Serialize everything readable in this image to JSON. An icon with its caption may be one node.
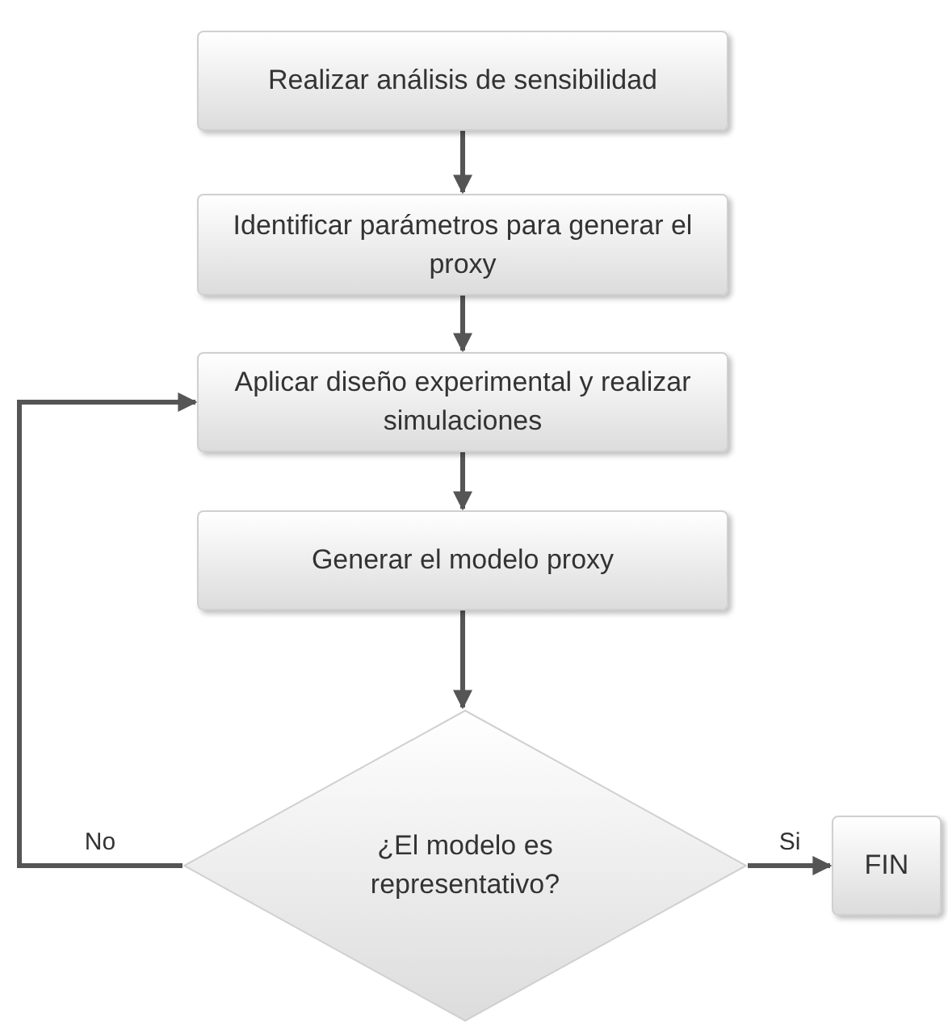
{
  "diagram": {
    "nodes": [
      {
        "text": [
          "Realizar análisis de sensibilidad"
        ]
      },
      {
        "text": [
          "Identificar parámetros para generar el proxy"
        ]
      },
      {
        "text": [
          "Aplicar diseño experimental y realizar simulaciones"
        ]
      },
      {
        "text": [
          "Generar el modelo proxy"
        ]
      },
      {
        "text": [
          "¿El modelo es representativo?"
        ]
      },
      {
        "text": [
          "FIN"
        ]
      }
    ],
    "edges": [
      {
        "from": 0,
        "to": 1,
        "arrow": "to"
      },
      {
        "from": 1,
        "to": 2,
        "arrow": "to"
      },
      {
        "from": 2,
        "to": 3,
        "arrow": "to"
      },
      {
        "from": 3,
        "to": 4,
        "arrow": "to"
      },
      {
        "from": 4,
        "to": 2,
        "arrow": "to",
        "label": "No"
      },
      {
        "from": 4,
        "to": 5,
        "arrow": "to",
        "label": "Si"
      }
    ]
  }
}
